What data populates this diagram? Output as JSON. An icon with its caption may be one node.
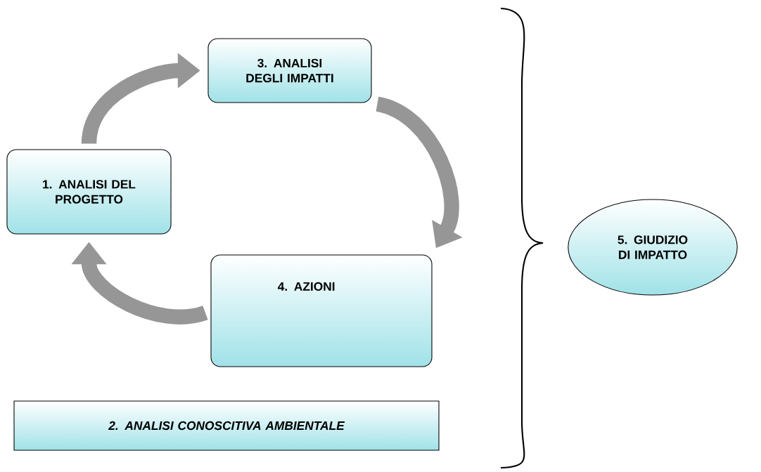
{
  "diagram": {
    "nodes": [
      {
        "text": [
          "1. ANALISI DEL PROGETTO"
        ]
      },
      {
        "text": [
          "3. ANALISI DEGLI IMPATTI"
        ]
      },
      {
        "text": [
          "4. AZIONI"
        ]
      },
      {
        "text": [
          "2. ANALISI CONOSCITIVA AMBIENTALE"
        ]
      },
      {
        "text": [
          "5. GIUDIZIO DI IMPATTO"
        ]
      }
    ],
    "edges": [
      {
        "from": 0,
        "to": 1,
        "arrow": "to"
      },
      {
        "from": 1,
        "to": 2,
        "arrow": "to"
      },
      {
        "from": 2,
        "to": 0,
        "arrow": "to"
      }
    ]
  }
}
